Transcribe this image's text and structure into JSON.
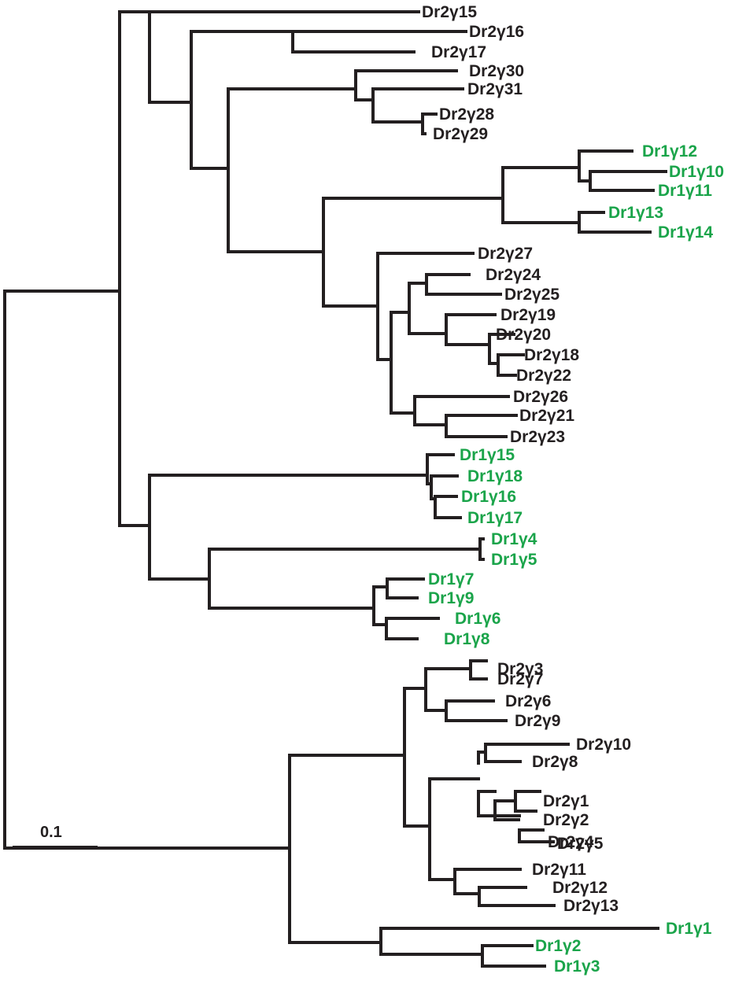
{
  "colors": {
    "branch": "#231f20",
    "dr1": "#1aa44a",
    "dr2": "#231f20"
  },
  "scale_bar": {
    "label": "0.1"
  },
  "labels": {
    "d15": "Dr2γ15",
    "d16": "Dr2γ16",
    "d17": "Dr2γ17",
    "d30": "Dr2γ30",
    "d31": "Dr2γ31",
    "d28": "Dr2γ28",
    "d29": "Dr2γ29",
    "g12": "Dr1γ12",
    "g10": "Dr1γ10",
    "g11": "Dr1γ11",
    "g13": "Dr1γ13",
    "g14": "Dr1γ14",
    "d27": "Dr2γ27",
    "d24": "Dr2γ24",
    "d25": "Dr2γ25",
    "d19": "Dr2γ19",
    "d20": "Dr2γ20",
    "d18": "Dr2γ18",
    "d22": "Dr2γ22",
    "d26": "Dr2γ26",
    "d21": "Dr2γ21",
    "d23": "Dr2γ23",
    "g15": "Dr1γ15",
    "g18": "Dr1γ18",
    "g16": "Dr1γ16",
    "g17": "Dr1γ17",
    "g4": "Dr1γ4",
    "g5": "Dr1γ5",
    "g7": "Dr1γ7",
    "g9": "Dr1γ9",
    "g6": "Dr1γ6",
    "g8": "Dr1γ8",
    "d3": "Dr2γ3",
    "d7": "Dr2γ7",
    "d6": "Dr2γ6",
    "d9": "Dr2γ9",
    "d10": "Dr2γ10",
    "d8": "Dr2γ8",
    "d1": "Dr2γ1",
    "d2": "Dr2γ2",
    "d4": "Dr2γ4",
    "d5": "Dr2γ5",
    "d11": "Dr2γ11",
    "d12": "Dr2γ12",
    "d13": "Dr2γ13",
    "g1": "Dr1γ1",
    "g2": "Dr1γ2",
    "g3": "Dr1γ3"
  }
}
